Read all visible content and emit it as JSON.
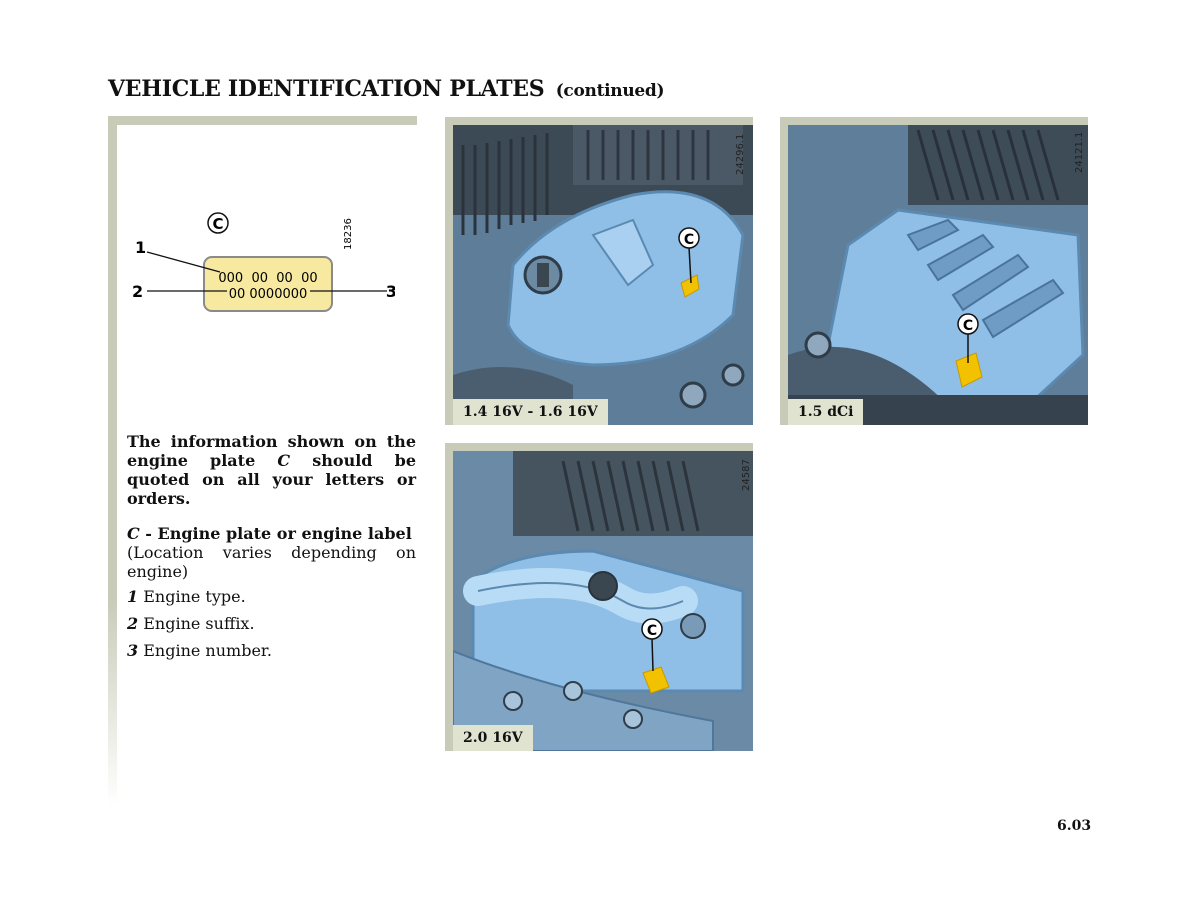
{
  "header": {
    "title": "VEHICLE IDENTIFICATION PLATES",
    "continued": "(continued)"
  },
  "plate_diagram": {
    "marker": "C",
    "ref_code": "18236",
    "line1_text": "000  00  00  00",
    "line2_text": "00 0000000",
    "callouts": [
      "1",
      "2",
      "3"
    ]
  },
  "text": {
    "intro_part1": "The information shown on the engine plate ",
    "intro_c": "C",
    "intro_part2": " should be quoted on all your letters or orders.",
    "def_letter": "C",
    "def_label": " - Engine plate or engine label",
    "def_note": "(Location varies depending on engine)",
    "items": [
      {
        "num": "1",
        "label": " Engine type."
      },
      {
        "num": "2",
        "label": " Engine suffix."
      },
      {
        "num": "3",
        "label": " Engine number."
      }
    ]
  },
  "photos": [
    {
      "caption": "1.4 16V - 1.6 16V",
      "ref_code": "24296.1",
      "marker": "C"
    },
    {
      "caption": "1.5 dCi",
      "ref_code": "24121.1",
      "marker": "C"
    },
    {
      "caption": "2.0 16V",
      "ref_code": "24587",
      "marker": "C"
    }
  ],
  "footer": {
    "page_number": "6.03"
  },
  "colors": {
    "frame": "#c9cbb9",
    "engine_blue": "#8fbfe6",
    "plate_yellow": "#f7e9a0",
    "label_yellow": "#f2c200"
  }
}
